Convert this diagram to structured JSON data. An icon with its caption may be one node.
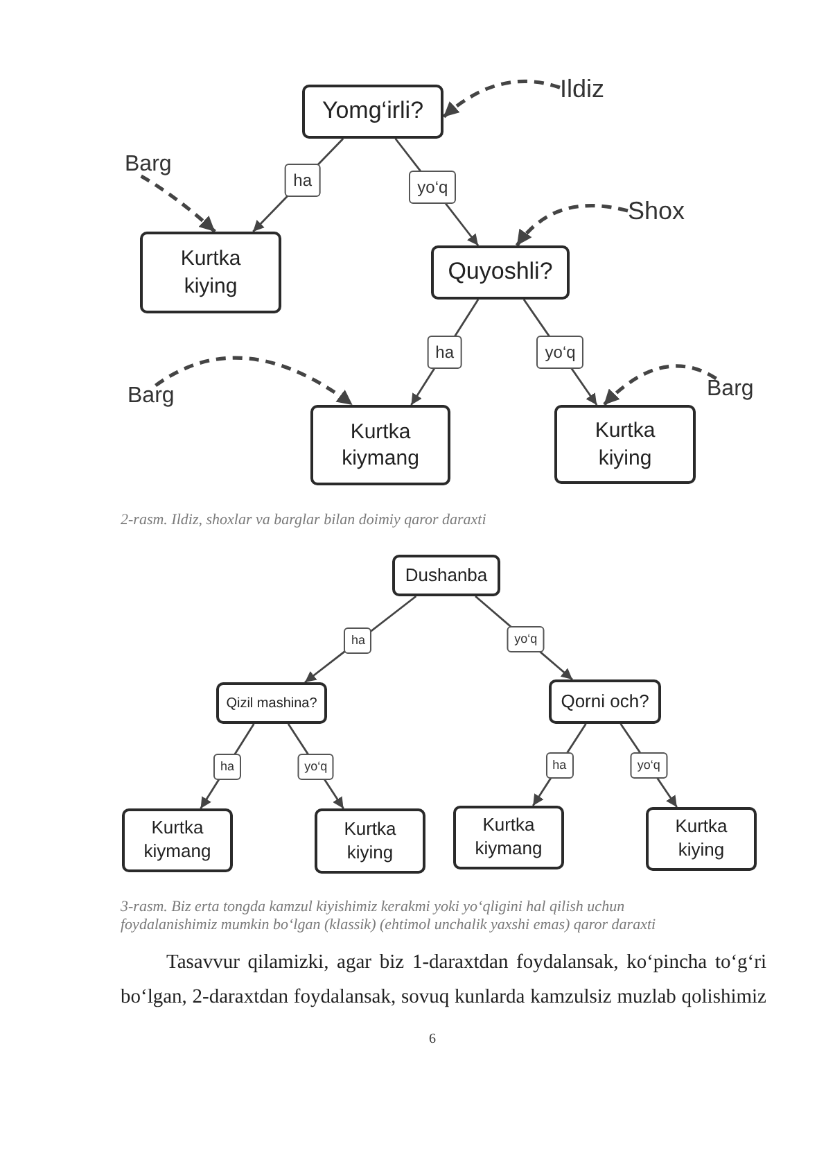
{
  "diagram": {
    "nodes": [
      {
        "text": [
          "Yomg‘irli?"
        ]
      },
      {
        "text": [
          "Ildiz"
        ]
      },
      {
        "text": [
          "Barg"
        ]
      },
      {
        "text": [
          "Kurtka kiying"
        ]
      },
      {
        "text": [
          "Shox"
        ]
      },
      {
        "text": [
          "Quyoshli?"
        ]
      },
      {
        "text": [
          "Barg"
        ]
      },
      {
        "text": [
          "Kurtka kiymang"
        ]
      },
      {
        "text": [
          "Kurtka kiying"
        ]
      },
      {
        "text": [
          "Barg"
        ]
      },
      {
        "text": [
          "Dushanba"
        ]
      },
      {
        "text": [
          "Qizil mashina?"
        ]
      },
      {
        "text": [
          "Qorni och?"
        ]
      },
      {
        "text": [
          "Kurtka kiymang"
        ]
      },
      {
        "text": [
          "Kurtka kiying"
        ]
      },
      {
        "text": [
          "Kurtka kiymang"
        ]
      },
      {
        "text": [
          "Kurtka kiying"
        ]
      }
    ],
    "edges": [
      {
        "from": 0,
        "to": 3,
        "arrow": "to",
        "label": "ha"
      },
      {
        "from": 0,
        "to": 5,
        "arrow": "to",
        "label": "yo‘q"
      },
      {
        "from": 5,
        "to": 7,
        "arrow": "to",
        "label": "ha"
      },
      {
        "from": 5,
        "to": 8,
        "arrow": "to",
        "label": "yo‘q"
      },
      {
        "from": 1,
        "to": 0,
        "arrow": "to",
        "style": "dashed"
      },
      {
        "from": 2,
        "to": 3,
        "arrow": "to",
        "style": "dashed"
      },
      {
        "from": 4,
        "to": 5,
        "arrow": "to",
        "style": "dashed"
      },
      {
        "from": 6,
        "to": 7,
        "arrow": "to",
        "style": "dashed"
      },
      {
        "from": 9,
        "to": 8,
        "arrow": "to",
        "style": "dashed"
      },
      {
        "from": 10,
        "to": 11,
        "arrow": "to",
        "label": "ha"
      },
      {
        "from": 10,
        "to": 12,
        "arrow": "to",
        "label": "yo‘q"
      },
      {
        "from": 11,
        "to": 13,
        "arrow": "to",
        "label": "ha"
      },
      {
        "from": 11,
        "to": 14,
        "arrow": "to",
        "label": "yo‘q"
      },
      {
        "from": 12,
        "to": 15,
        "arrow": "to",
        "label": "ha"
      },
      {
        "from": 12,
        "to": 16,
        "arrow": "to",
        "label": "yo‘q"
      }
    ],
    "labels": [
      "2-rasm. Ildiz, shoxlar va barglar bilan doimiy qaror daraxti",
      "3-rasm. Biz erta tongda kamzul kiyishimiz kerakmi yoki yo‘qligini hal qilish uchun foydalanishimiz mumkin bo‘lgan (klassik) (ehtimol unchalik yaxshi emas) qaror daraxti",
      "Tasavvur qilamizki, agar biz 1-daraxtdan foydalansak, ko‘pincha to‘g‘ri bo‘lgan, 2-daraxtdan foydalansak, sovuq kunlarda kamzulsiz muzlab qolishimiz",
      "6"
    ]
  }
}
